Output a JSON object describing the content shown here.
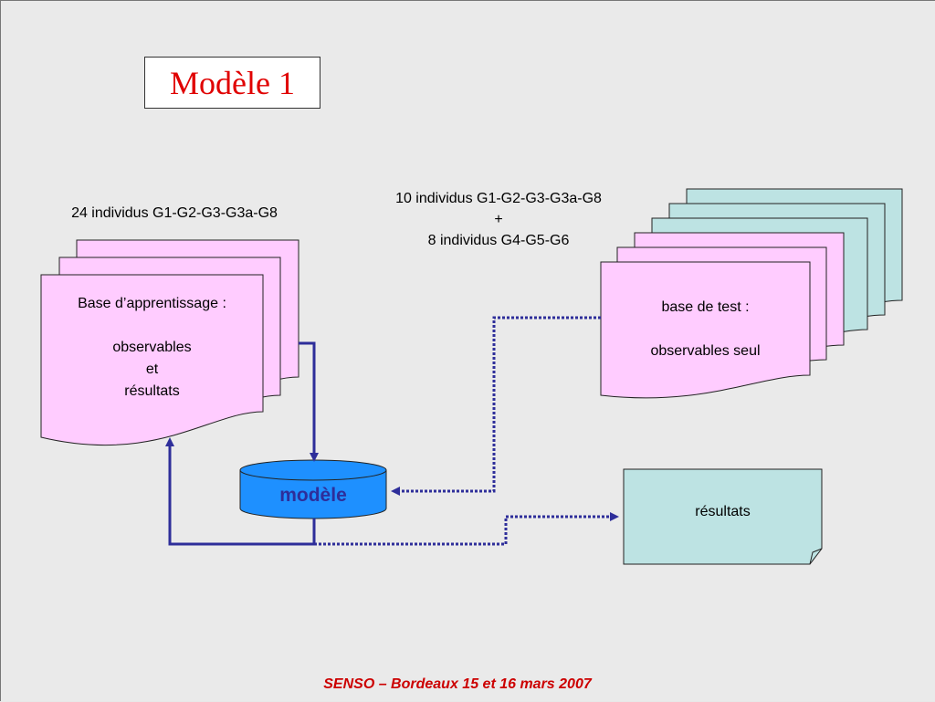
{
  "title": "Modèle 1",
  "left_group": {
    "header": "24 individus G1-G2-G3-G3a-G8",
    "doc_line1": "Base d’apprentissage :",
    "doc_line2": "observables",
    "doc_line3": "et",
    "doc_line4": "résultats"
  },
  "right_group": {
    "header_line1": "10 individus G1-G2-G3-G3a-G8",
    "header_line2": "+",
    "header_line3": "8 individus G4-G5-G6",
    "doc_line1": "base de test :",
    "doc_line2": "observables seul"
  },
  "model_label": "modèle",
  "results_label": "résultats",
  "footer": "SENSO – Bordeaux 15 et 16 mars 2007",
  "colors": {
    "title_red": "#e00000",
    "pink_doc": "#ffccff",
    "teal_doc": "#bde3e3",
    "model_blue": "#1e90ff",
    "arrow_navy": "#2e2e9a",
    "footer_red": "#cc0000"
  }
}
